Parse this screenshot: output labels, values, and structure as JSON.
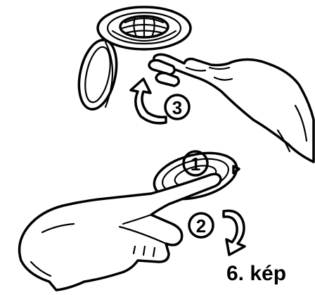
{
  "figure": {
    "caption": "6. kép",
    "steps": [
      {
        "number": "1"
      },
      {
        "number": "2"
      },
      {
        "number": "3"
      }
    ]
  },
  "colors": {
    "ink": "#000000",
    "background": "#ffffff"
  }
}
